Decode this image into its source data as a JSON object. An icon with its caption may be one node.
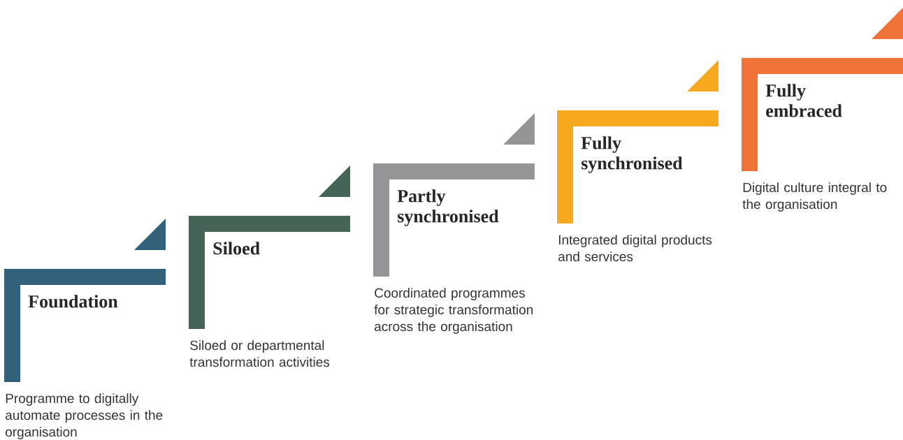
{
  "diagram": {
    "nodes": [
      {
        "text": [
          "Foundation"
        ],
        "beside": [
          "Programme to digitally automate processes in the organisation"
        ]
      },
      {
        "text": [
          "Siloed"
        ],
        "beside": [
          "Siloed or departmental transformation activities"
        ]
      },
      {
        "text": [
          "Partly synchronised"
        ],
        "beside": [
          "Coordinated programmes for strategic transformation across the organisation"
        ]
      },
      {
        "text": [
          "Fully synchronised"
        ],
        "beside": [
          "Integrated digital products and services"
        ]
      },
      {
        "text": [
          "Fully embraced"
        ],
        "beside": [
          "Digital culture integral to the organisation"
        ]
      }
    ]
  }
}
